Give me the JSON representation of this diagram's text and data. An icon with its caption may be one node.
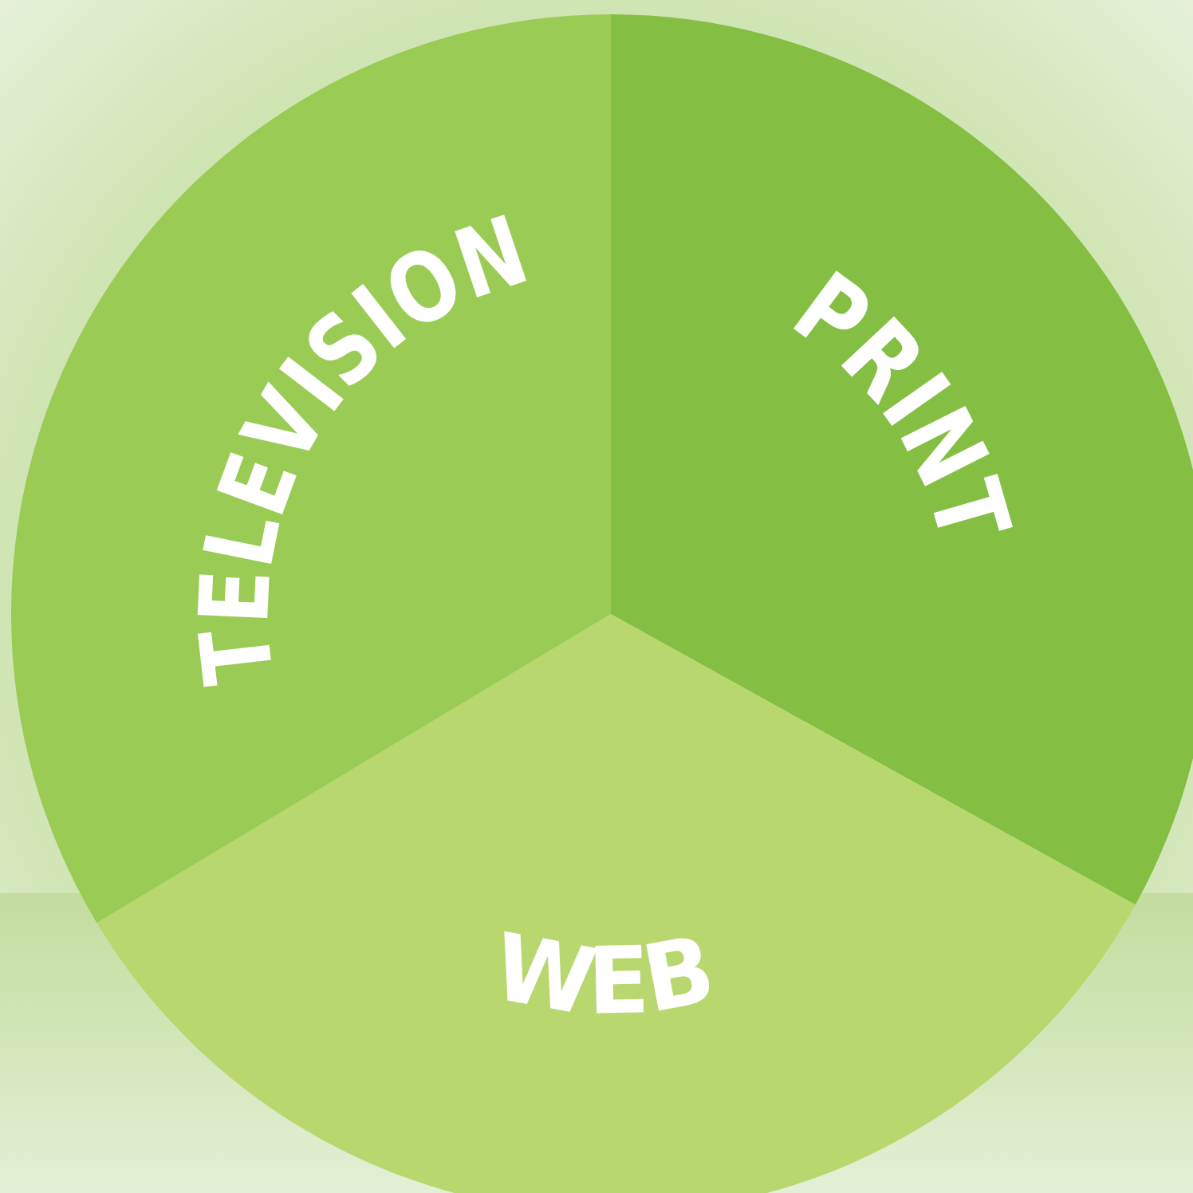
{
  "diagram": {
    "nodes": [
      {
        "text": [
          "TELEVISION"
        ]
      },
      {
        "text": [
          "PRINT"
        ]
      },
      {
        "text": [
          "WEB"
        ]
      }
    ]
  }
}
